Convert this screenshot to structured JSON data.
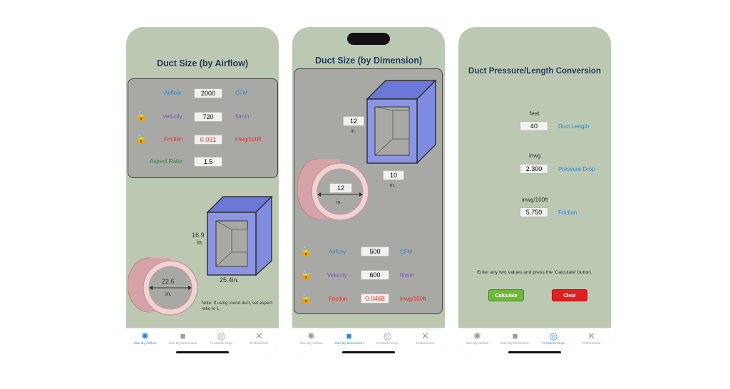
{
  "screen1": {
    "title": "Duct Size (by Airflow)",
    "airflow": {
      "label": "Airflow",
      "value": "2000",
      "unit": "CFM"
    },
    "velocity": {
      "label": "Velocity",
      "value": "720",
      "unit": "ft/min"
    },
    "friction": {
      "label": "Friction",
      "value": "0.031",
      "unit": "inwg/100ft"
    },
    "aspect": {
      "label": "Aspect Ratio",
      "value": "1.5"
    },
    "height_value": "16.9",
    "height_unit": "in.",
    "width_label": "25.4in.",
    "round_value": "22.6",
    "round_unit": "in.",
    "note": "Note: If using round duct, set aspect ratio to 1."
  },
  "screen2": {
    "title": "Duct Size (by Dimension)",
    "height_value": "12",
    "height_unit": "in.",
    "width_value": "10",
    "width_unit": "in.",
    "round_value": "12",
    "round_unit": "in.",
    "airflow": {
      "label": "Airflow",
      "value": "500",
      "unit": "CFM"
    },
    "velocity": {
      "label": "Velocity",
      "value": "600",
      "unit": "ft/min"
    },
    "friction": {
      "label": "Friction",
      "value": "0.0468",
      "unit": "inwg/100ft"
    }
  },
  "screen3": {
    "title": "Duct Pressure/Length Conversion",
    "length": {
      "unit": "feet",
      "value": "40",
      "label": "Duct Length"
    },
    "pressure": {
      "unit": "inwg",
      "value": "2.300",
      "label": "Pressure Drop"
    },
    "friction": {
      "unit": "inwg/100ft",
      "value": "5.750",
      "label": "Friction"
    },
    "instruction": "Enter any two values and press the 'Calculate' button.",
    "calculate_label": "Calculate",
    "clear_label": "Clear"
  },
  "tabs": [
    {
      "label": "Size By Airflow",
      "icon": "fan-icon"
    },
    {
      "label": "Size By Dimension",
      "icon": "cube-icon"
    },
    {
      "label": "Pressure Drop",
      "icon": "gauge-icon"
    },
    {
      "label": "Preferences",
      "icon": "tools-icon"
    }
  ],
  "colors": {
    "accent": "#2f88d8",
    "calculate": "#6fb83a",
    "clear": "#e02020",
    "phone_bg": "#bcc8b2"
  }
}
